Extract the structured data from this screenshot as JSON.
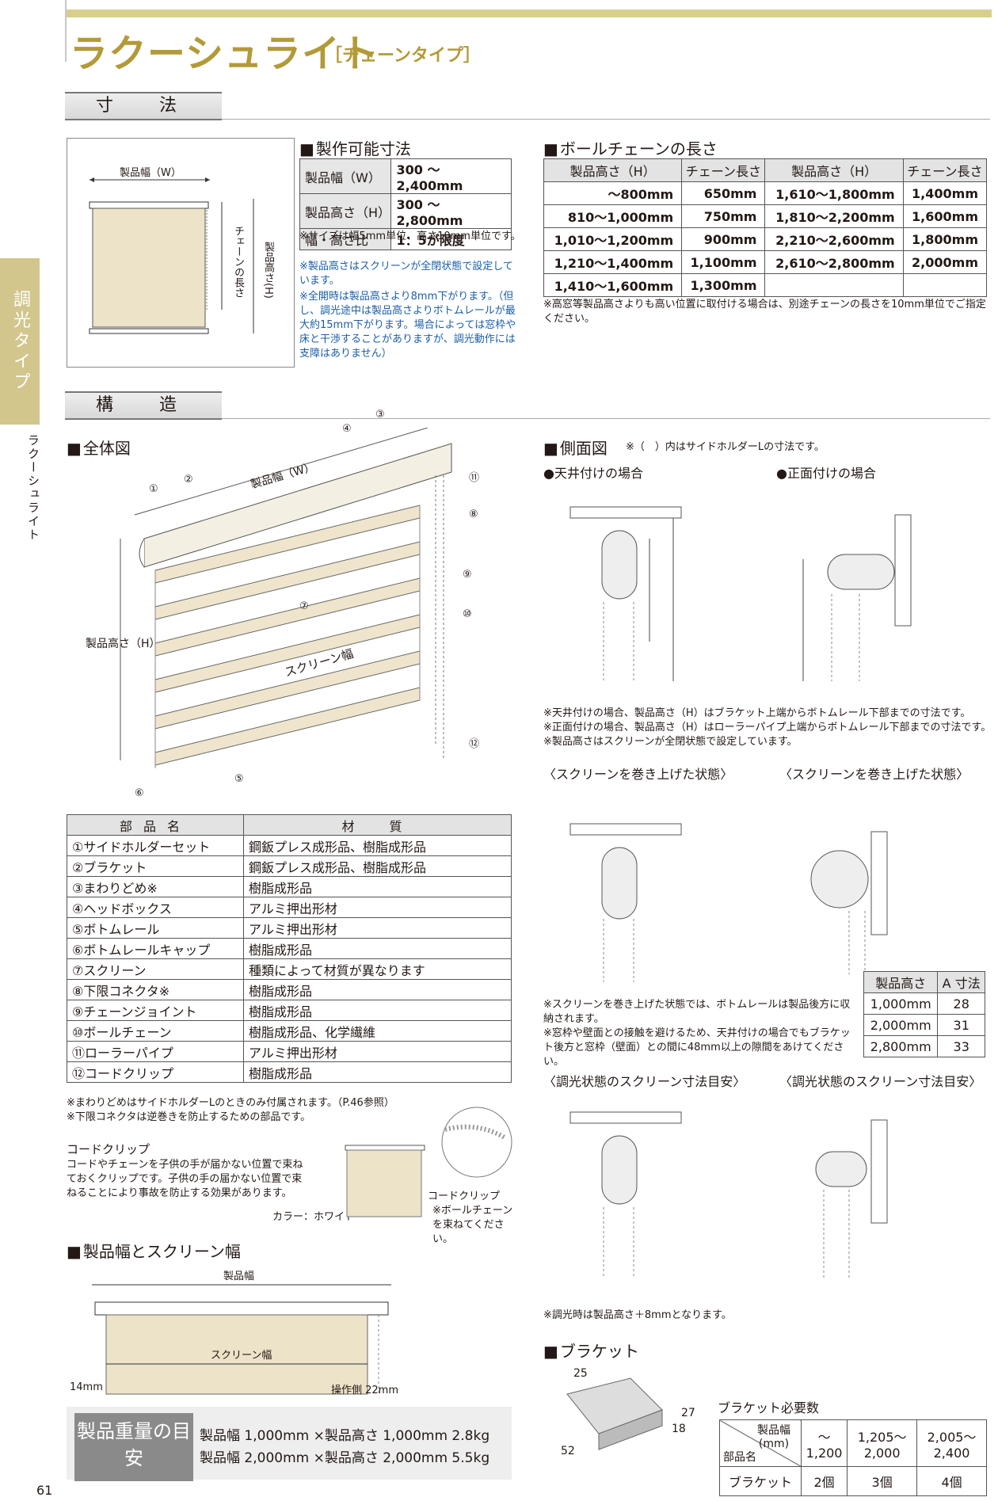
{
  "page": {
    "title": "ラクーシュライト",
    "subtitle": "［チェーンタイプ］",
    "page_number": "61",
    "side_tab": "調光タイプ",
    "side_label": "ラクーシュライト"
  },
  "sections": {
    "dimensions": "寸　法",
    "structure": "構　造"
  },
  "dim_diagram": {
    "width_label": "製品幅（W）",
    "chain_label": "チェーンの長さ",
    "height_label": "製品高さ(H)"
  },
  "spec": {
    "heading": "製作可能寸法",
    "rows": [
      {
        "k": "製品幅（W）",
        "v": "300 ～ 2,400mm"
      },
      {
        "k": "製品高さ（H）",
        "v": "300 ～ 2,800mm"
      },
      {
        "k": "幅・高さ比",
        "v": "1：5が限度"
      }
    ],
    "note1": "※サイズは幅5mm単位、高さ10mm単位です。",
    "note2": "※製品高さはスクリーンが全閉状態で設定しています。",
    "note3": "※全開時は製品高さより8mm下がります。（但し、調光途中は製品高さよりボトムレールが最大約15mm下がります。場合によっては窓枠や床と干渉することがありますが、調光動作には支障はありません）"
  },
  "chain": {
    "heading": "ボールチェーンの長さ",
    "headers": [
      "製品高さ（H）",
      "チェーン長さ",
      "製品高さ（H）",
      "チェーン長さ"
    ],
    "rows": [
      [
        "～800mm",
        "650mm",
        "1,610～1,800mm",
        "1,400mm"
      ],
      [
        "810～1,000mm",
        "750mm",
        "1,810～2,200mm",
        "1,600mm"
      ],
      [
        "1,010～1,200mm",
        "900mm",
        "2,210～2,600mm",
        "1,800mm"
      ],
      [
        "1,210～1,400mm",
        "1,100mm",
        "2,610～2,800mm",
        "2,000mm"
      ],
      [
        "1,410～1,600mm",
        "1,300mm",
        "",
        ""
      ]
    ],
    "note": "※高窓等製品高さよりも高い位置に取付ける場合は、別途チェーンの長さを10mm単位でご指定ください。"
  },
  "overall": {
    "heading": "全体図",
    "width_label": "製品幅（W）",
    "height_label": "製品高さ（H）",
    "screen_label": "スクリーン幅",
    "numbers": [
      "①",
      "②",
      "③",
      "④",
      "⑤",
      "⑥",
      "⑦",
      "⑧",
      "⑨",
      "⑩",
      "⑪",
      "⑫"
    ]
  },
  "side": {
    "heading": "側面図",
    "heading_note": "※（　）内はサイドホルダーLの寸法です。",
    "ceiling": "●天井付けの場合",
    "front": "●正面付けの場合",
    "notes": [
      "※天井付けの場合、製品高さ（H）はブラケット上端からボトムレール下部までの寸法です。",
      "※正面付けの場合、製品高さ（H）はローラーパイプ上端からボトムレール下部までの寸法です。",
      "※製品高さはスクリーンが全閉状態で設定しています。"
    ],
    "rolled_title": "〈スクリーンを巻き上げた状態〉",
    "rolled_notes": [
      "※スクリーンを巻き上げた状態では、ボトムレールは製品後方に収納されます。",
      "※窓枠や壁面との接触を避けるため、天井付けの場合でもブラケット後方と窓枠（壁面）との間に48mm以上の隙間をあけてください。"
    ],
    "dim_title": "〈調光状態のスクリーン寸法目安〉",
    "dim_note": "※調光時は製品高さ＋8mmとなります。"
  },
  "a_table": {
    "headers": [
      "製品高さ",
      "A 寸法"
    ],
    "rows": [
      [
        "1,000mm",
        "28"
      ],
      [
        "2,000mm",
        "31"
      ],
      [
        "2,800mm",
        "33"
      ]
    ]
  },
  "parts": {
    "headers": [
      "部品名",
      "材　質"
    ],
    "rows": [
      [
        "①サイドホルダーセット",
        "鋼鈑プレス成形品、樹脂成形品"
      ],
      [
        "②ブラケット",
        "鋼鈑プレス成形品、樹脂成形品"
      ],
      [
        "③まわりどめ※",
        "樹脂成形品"
      ],
      [
        "④ヘッドボックス",
        "アルミ押出形材"
      ],
      [
        "⑤ボトムレール",
        "アルミ押出形材"
      ],
      [
        "⑥ボトムレールキャップ",
        "樹脂成形品"
      ],
      [
        "⑦スクリーン",
        "種類によって材質が異なります"
      ],
      [
        "⑧下限コネクタ※",
        "樹脂成形品"
      ],
      [
        "⑨チェーンジョイント",
        "樹脂成形品"
      ],
      [
        "⑩ボールチェーン",
        "樹脂成形品、化学繊維"
      ],
      [
        "⑪ローラーパイプ",
        "アルミ押出形材"
      ],
      [
        "⑫コードクリップ",
        "樹脂成形品"
      ]
    ],
    "notes": [
      "※まわりどめはサイドホルダーLのときのみ付属されます。（P.46参照）",
      "※下限コネクタは逆巻きを防止するための部品です。"
    ]
  },
  "clip": {
    "title": "コードクリップ",
    "desc": "コードやチェーンを子供の手が届かない位置で束ねておくクリップです。子供の手の届かない位置で束ねることにより事故を防止する効果があります。",
    "color": "カラー：ホワイト",
    "label": "コードクリップ",
    "label_note": "※ボールチェーンを束ねてください。"
  },
  "screen_width": {
    "heading": "製品幅とスクリーン幅",
    "product": "製品幅",
    "screen": "スクリーン幅",
    "left": "14mm",
    "right": "操作側 22mm"
  },
  "weight": {
    "label": "製品重量の目安",
    "lines": [
      "製品幅 1,000mm ×製品高さ 1,000mm  2.8kg",
      "製品幅 2,000mm ×製品高さ 2,000mm  5.5kg"
    ]
  },
  "bracket": {
    "heading": "ブラケット",
    "dims": [
      "25",
      "27",
      "18",
      "52"
    ],
    "req_title": "ブラケット必要数",
    "corner_top": "製品幅 (mm)",
    "corner_bottom": "部品名",
    "cols": [
      "～1,200",
      "1,205～ 2,000",
      "2,005～ 2,400"
    ],
    "row_label": "ブラケット",
    "row": [
      "2個",
      "3個",
      "4個"
    ]
  }
}
